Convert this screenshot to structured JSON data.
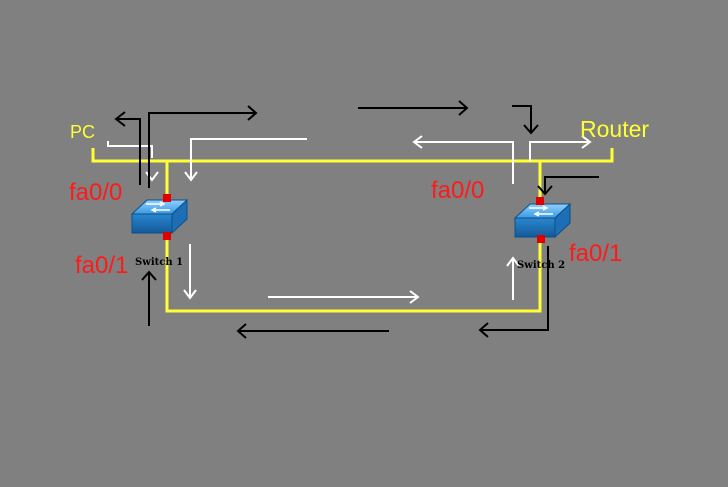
{
  "labels": {
    "pc": "PC",
    "router": "Router",
    "sw1_top_port": "fa0/0",
    "sw1_bottom_port": "fa0/1",
    "sw2_top_port": "fa0/0",
    "sw2_bottom_port": "fa0/1",
    "switch1": "Switch 1",
    "switch2": "Switch 2"
  },
  "colors": {
    "background": "#808080",
    "cable": "#ffff33",
    "port_label": "#ff1a1a",
    "device_label": "#ffff33",
    "port_marker": "#e00000",
    "arrow_black": "#000000",
    "arrow_white": "#ffffff",
    "switch_body": "#2f8fd6"
  },
  "icons": [
    "switch-icon",
    "switch-icon"
  ]
}
